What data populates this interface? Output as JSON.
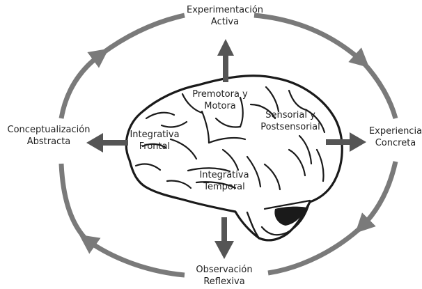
{
  "diagram": {
    "outer_cycle": {
      "top": [
        "Experimentación",
        "Activa"
      ],
      "right": [
        "Experiencia",
        "Concreta"
      ],
      "bottom": [
        "Observación",
        "Reflexiva"
      ],
      "left": [
        "Conceptualización",
        "Abstracta"
      ]
    },
    "brain_regions": {
      "premotor": [
        "Premotora y",
        "Motora"
      ],
      "sensory": [
        "Sensorial y",
        "Postsensorial"
      ],
      "frontal": [
        "Integrativa",
        "Frontal"
      ],
      "temporal": [
        "Integrativa",
        "Temporal"
      ]
    },
    "colors": {
      "cycle_arrow": "#7a7a7a",
      "brain_outline": "#1a1a1a",
      "direction_arrow": "#555555",
      "text": "#1f1f1f"
    },
    "icons": [
      "cycle-arrow",
      "brain",
      "direction-arrow"
    ]
  }
}
